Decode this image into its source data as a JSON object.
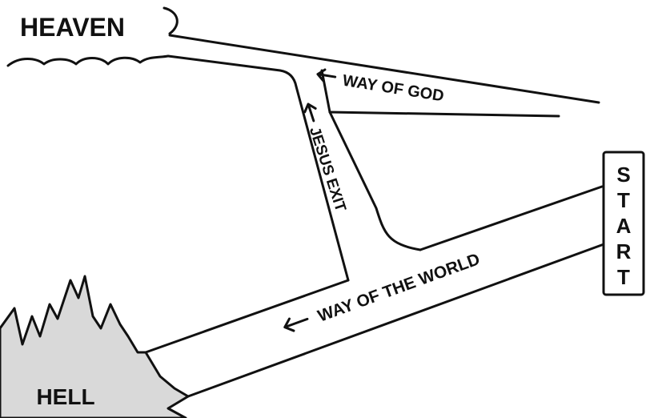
{
  "labels": {
    "heaven": "HEAVEN",
    "hell": "HELL",
    "start": [
      "S",
      "T",
      "A",
      "R",
      "T"
    ],
    "way_of_god": "WAY OF GOD",
    "jesus_exit": "JESUS EXIT",
    "way_of_world": "WAY OF THE WORLD"
  },
  "colors": {
    "ink": "#111111",
    "hell_fill": "#d9d9d9",
    "background": "#ffffff"
  },
  "icons": {
    "arrows": [
      "left-arrow-icon",
      "up-arrow-icon",
      "left-arrow-icon"
    ]
  }
}
